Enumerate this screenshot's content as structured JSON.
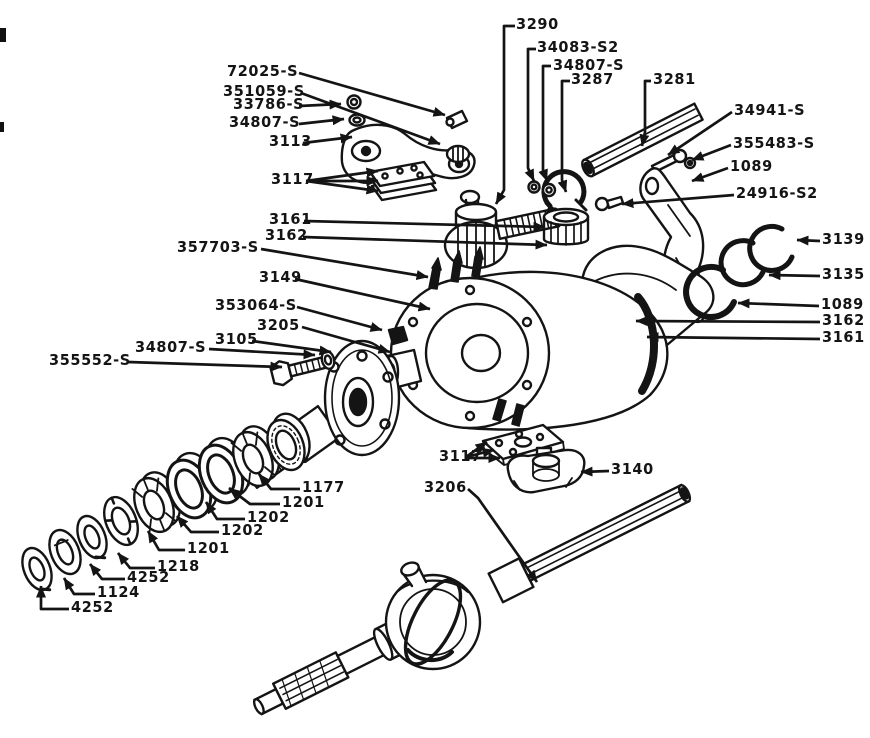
{
  "meta": {
    "title": "Front axle and steering knuckle exploded parts diagram",
    "style": "black line art on white, engineering illustration"
  },
  "colors": {
    "ink": "#141414",
    "paper": "#ffffff"
  },
  "labels": [
    {
      "text": "3290"
    },
    {
      "text": "34083-S2"
    },
    {
      "text": "34807-S"
    },
    {
      "text": "3287"
    },
    {
      "text": "3281"
    },
    {
      "text": "72025-S"
    },
    {
      "text": "351059-S"
    },
    {
      "text": "33786-S"
    },
    {
      "text": "34807-S"
    },
    {
      "text": "3113"
    },
    {
      "text": "3117"
    },
    {
      "text": "34941-S"
    },
    {
      "text": "355483-S"
    },
    {
      "text": "1089"
    },
    {
      "text": "24916-S2"
    },
    {
      "text": "3139"
    },
    {
      "text": "3135"
    },
    {
      "text": "1089"
    },
    {
      "text": "3162"
    },
    {
      "text": "3161"
    },
    {
      "text": "3161"
    },
    {
      "text": "3162"
    },
    {
      "text": "357703-S"
    },
    {
      "text": "3149"
    },
    {
      "text": "353064-S"
    },
    {
      "text": "3205"
    },
    {
      "text": "3105"
    },
    {
      "text": "34807-S"
    },
    {
      "text": "355552-S"
    },
    {
      "text": "1177"
    },
    {
      "text": "1201"
    },
    {
      "text": "1202"
    },
    {
      "text": "1202"
    },
    {
      "text": "1201"
    },
    {
      "text": "1218"
    },
    {
      "text": "4252"
    },
    {
      "text": "1124"
    },
    {
      "text": "4252"
    },
    {
      "text": "3117"
    },
    {
      "text": "3140"
    },
    {
      "text": "3206"
    }
  ]
}
